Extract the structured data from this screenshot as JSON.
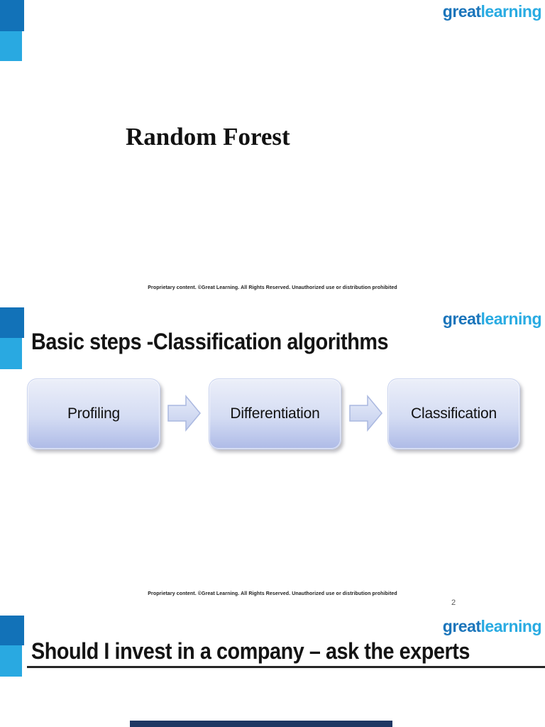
{
  "brand": {
    "logo_great": "great",
    "logo_learning": "learning"
  },
  "slides": [
    {
      "title": "Random Forest",
      "footer": "Proprietary content. ©Great Learning. All Rights Reserved. Unauthorized use or distribution prohibited"
    },
    {
      "title": "Basic steps -Classification algorithms",
      "steps": [
        "Profiling",
        "Differentiation",
        "Classification"
      ],
      "footer": "Proprietary content. ©Great Learning. All Rights Reserved. Unauthorized use or distribution prohibited",
      "page_number": "2"
    },
    {
      "title": "Should I invest in a company – ask the experts"
    }
  ],
  "colors": {
    "square_dark": "#1272b8",
    "square_light": "#29a9e1",
    "logo_great": "#1b75bb",
    "logo_learning": "#29abe2",
    "box_gradient_top": "#eceff9",
    "box_gradient_bottom": "#aebbe7",
    "rule": "#262626",
    "navy_bar": "#1f3864"
  }
}
